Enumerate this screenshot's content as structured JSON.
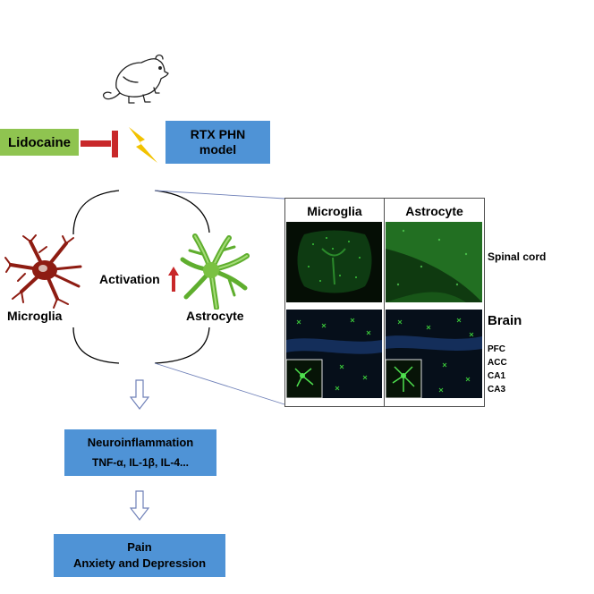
{
  "model": {
    "drug_label": "Lidocaine",
    "model_line1": "RTX PHN",
    "model_line2": "model"
  },
  "cells": {
    "activation_label": "Activation",
    "microglia_label": "Microglia",
    "astrocyte_label": "Astrocyte"
  },
  "panel": {
    "col_headers": [
      "Microglia",
      "Astrocyte"
    ],
    "spinal_label": "Spinal cord",
    "brain_label": "Brain",
    "regions": [
      "PFC",
      "ACC",
      "CA1",
      "CA3"
    ]
  },
  "outcome": {
    "neuro_title": "Neuroinflammation",
    "neuro_sub": "TNF-α, IL-1β, IL-4...",
    "pain_line1": "Pain",
    "pain_line2": "Anxiety and Depression"
  },
  "colors": {
    "green_box": "#8fc450",
    "blue_box": "#4f93d6",
    "inhibit_bar": "#c8282a",
    "up_arrow": "#c8282a",
    "lightning": "#f2c200",
    "microglia": "#8e1c12",
    "astrocyte": "#7ac142",
    "fluorescence": "#3ac63a"
  }
}
